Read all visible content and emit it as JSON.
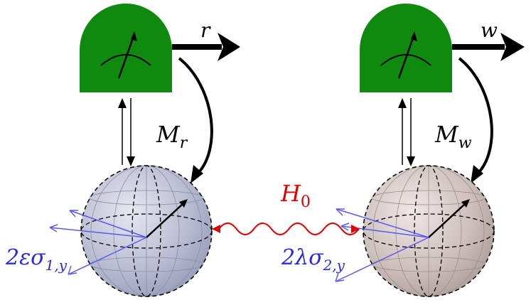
{
  "labels": {
    "left_output": "r",
    "right_output": "w",
    "left_measurement": "M",
    "left_measurement_sub": "r",
    "right_measurement": "M",
    "right_measurement_sub": "w",
    "coupling": "H",
    "coupling_sub": "0",
    "left_drive": "2εσ",
    "left_drive_sub": "1,y",
    "right_drive": "2λσ",
    "right_drive_sub": "2,y"
  },
  "colors": {
    "detector": "#0f8a0f",
    "coupling_wave": "#e00000",
    "drive_vectors": "#5a5aee",
    "drive_labels": "#2a2ae0",
    "left_sphere": "#a9adc6",
    "right_sphere": "#c3b3b0"
  },
  "icons": [
    "detector-meter-icon",
    "bloch-sphere-icon",
    "output-arrow-icon",
    "measurement-arrow-icon",
    "coupling-wave-icon"
  ]
}
